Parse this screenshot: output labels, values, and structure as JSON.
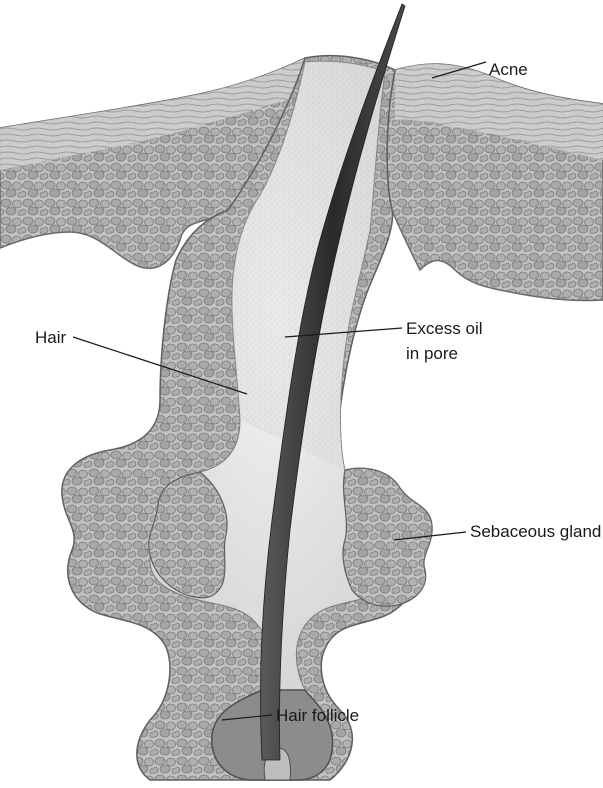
{
  "labels": {
    "acne": "Acne",
    "hair": "Hair",
    "excess_oil_line1": "Excess oil",
    "excess_oil_line2": "in pore",
    "sebaceous_gland": "Sebaceous gland",
    "hair_follicle": "Hair follicle"
  },
  "colors": {
    "tissue_fill": "#c9c9c9",
    "cell_fill": "#b5b5b5",
    "cell_stroke": "#6f6f6f",
    "oil_fill": "#e6e6e6",
    "hair_fill": "#3a3a3a",
    "leader_line": "#1a1a1a",
    "label_text": "#1a1a1a"
  }
}
